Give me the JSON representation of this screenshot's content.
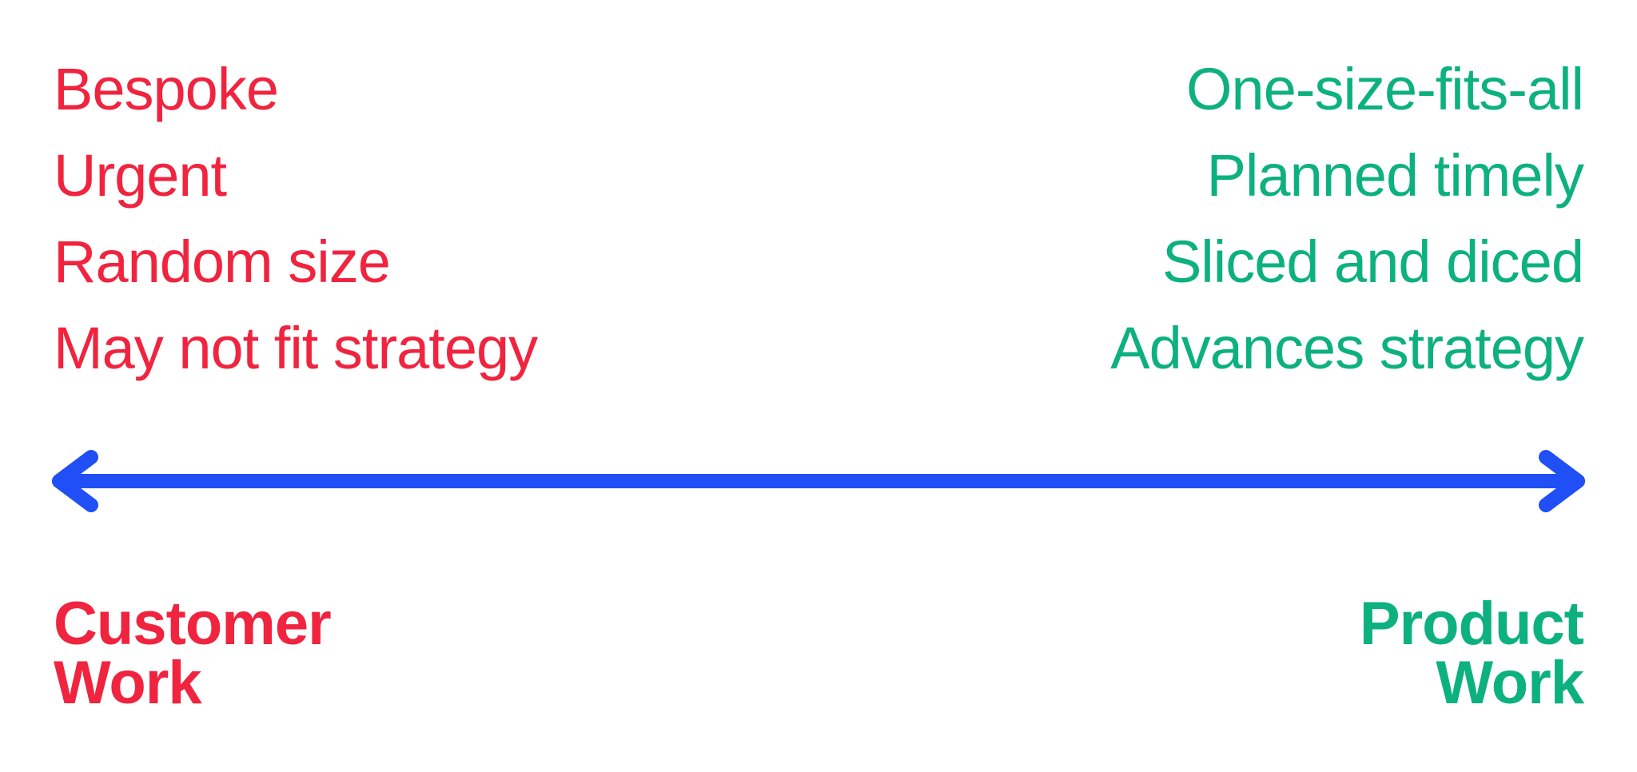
{
  "colors": {
    "customer": "#f0243f",
    "product": "#0db17f",
    "arrow": "#1f4ff5"
  },
  "customer_traits": [
    "Bespoke",
    "Urgent",
    "Random size",
    "May not fit strategy"
  ],
  "product_traits": [
    "One-size-fits-all",
    "Planned timely",
    "Sliced and diced",
    "Advances strategy"
  ],
  "arrow_icon": "double-headed-arrow-icon",
  "labels": {
    "customer": [
      "Customer",
      "Work"
    ],
    "product": [
      "Product",
      "Work"
    ]
  }
}
